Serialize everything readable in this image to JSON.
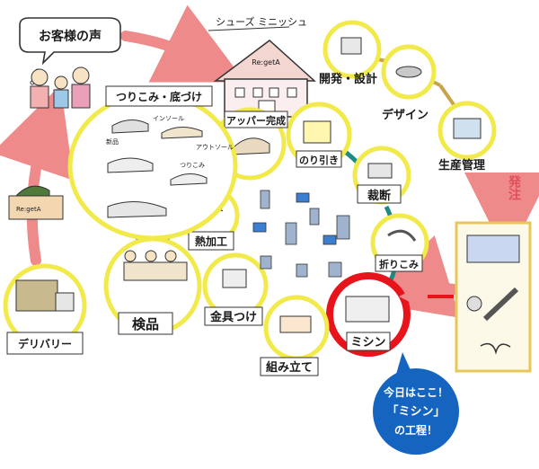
{
  "voice_bubble": {
    "text": "お客様の声"
  },
  "factory": {
    "sign": "Re:getA"
  },
  "title": {
    "text": "シューズ ミニッシュ"
  },
  "box": {
    "text": "Re:getA"
  },
  "hub_label": {
    "text": "アッパー完成"
  },
  "stations": [
    {
      "id": "development",
      "label": "開発・設計"
    },
    {
      "id": "design",
      "label": "デザイン"
    },
    {
      "id": "production",
      "label": "生産管理"
    },
    {
      "id": "order",
      "label": "発注"
    },
    {
      "id": "paste",
      "label": "のり引き"
    },
    {
      "id": "cutting",
      "label": "裁断"
    },
    {
      "id": "folding",
      "label": "折りこみ"
    },
    {
      "id": "sewing",
      "label": "ミシン"
    },
    {
      "id": "assembly",
      "label": "組み立て"
    },
    {
      "id": "hardware",
      "label": "金具つけ"
    },
    {
      "id": "heat",
      "label": "熱加工"
    },
    {
      "id": "inspection",
      "label": "検品"
    },
    {
      "id": "delivery",
      "label": "デリバリー"
    },
    {
      "id": "lasting",
      "label": "つりこみ・底づけ"
    }
  ],
  "lasting_notes": [
    "新品",
    "インソール",
    "アウトソール",
    "つりこみ"
  ],
  "callout": {
    "line1": "今日はここ！",
    "line2": "「ミシン」",
    "line3": "の工程！"
  },
  "colors": {
    "arrow": "#ee8a8a",
    "loop": "#1f8a84",
    "circle": "#f1ea4a",
    "callout": "#1565c0",
    "highlight": "#e8141c"
  }
}
